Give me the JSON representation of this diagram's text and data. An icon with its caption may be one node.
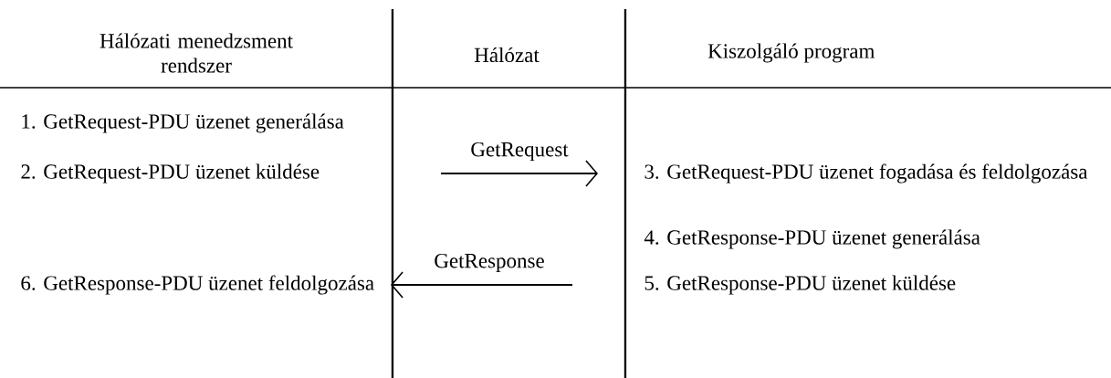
{
  "diagram": {
    "nodes": [
      {
        "text": [
          "1. GetRequest-PDU üzenet generálása"
        ]
      },
      {
        "text": [
          "2. GetRequest-PDU üzenet küldése"
        ]
      },
      {
        "text": [
          "3. GetRequest-PDU üzenet fogadása és feldolgozása"
        ]
      },
      {
        "text": [
          "4. GetResponse-PDU üzenet generálása"
        ]
      },
      {
        "text": [
          "5. GetResponse-PDU üzenet küldése"
        ]
      },
      {
        "text": [
          "6. GetResponse-PDU üzenet feldolgozása"
        ]
      }
    ],
    "edges": [
      {
        "from": null,
        "to": 2,
        "arrow": "to",
        "label": "GetRequest"
      },
      {
        "from": null,
        "to": 5,
        "arrow": "to",
        "label": "GetResponse"
      }
    ],
    "labels": [
      "Hálózati menedzsment rendszer",
      "Hálózat",
      "Kiszolgáló program"
    ]
  }
}
